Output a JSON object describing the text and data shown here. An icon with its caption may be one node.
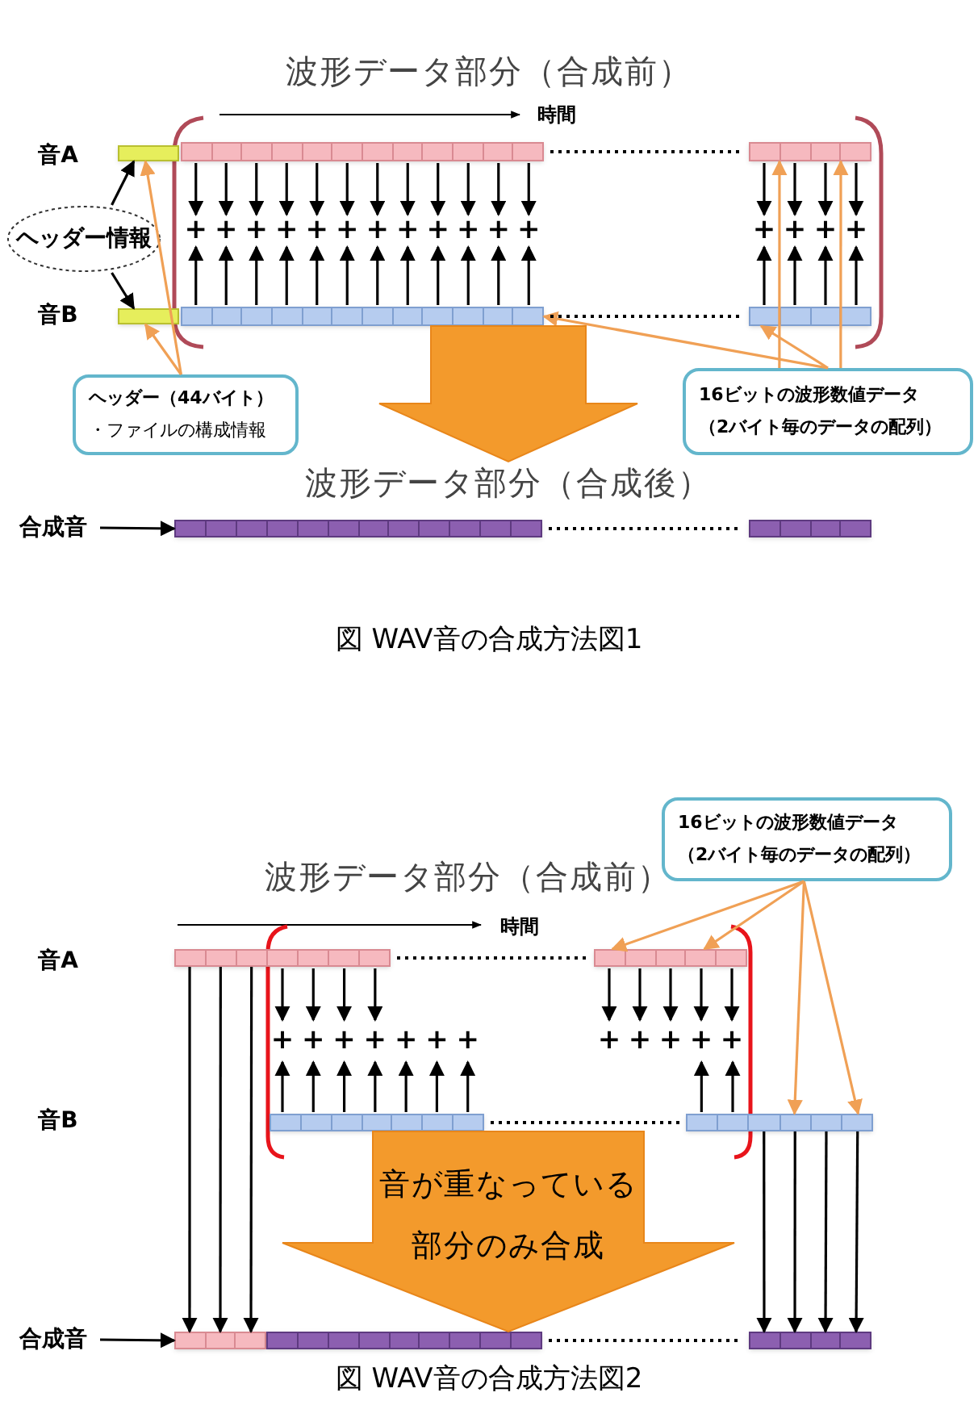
{
  "diagram": {
    "nodes": [
      {
        "text": [
          "ヘッダー情報"
        ]
      },
      {
        "text": [],
        "shape": "bar"
      },
      {
        "text": [],
        "shape": "bar"
      },
      {
        "text": [],
        "shape": "bar"
      },
      {
        "text": [],
        "shape": "bar"
      },
      {
        "text": [],
        "shape": "bar"
      },
      {
        "text": [],
        "shape": "bar"
      },
      {
        "text": [
          "ヘッダー（44バイト）",
          "・ファイルの構成情報"
        ]
      },
      {
        "text": [
          "16ビットの波形数値データ",
          "（2バイト毎のデータの配列）"
        ]
      },
      {
        "text": [
          "波形データ部分（合成後）"
        ]
      },
      {
        "text": [
          "合成音"
        ]
      },
      {
        "text": [],
        "shape": "bar"
      },
      {
        "text": [],
        "shape": "bar"
      },
      {
        "text": [
          "16ビットの波形数値データ",
          "（2バイト毎のデータの配列）"
        ]
      },
      {
        "text": [],
        "shape": "bar"
      },
      {
        "text": [],
        "shape": "bar"
      },
      {
        "text": [],
        "shape": "bar"
      },
      {
        "text": [],
        "shape": "bar"
      },
      {
        "text": [
          "合成音"
        ]
      },
      {
        "text": [],
        "shape": "bar"
      },
      {
        "text": [],
        "shape": "bar"
      },
      {
        "text": [],
        "shape": "bar"
      }
    ],
    "edges": [
      {
        "from": 0,
        "to": 1,
        "arrow": "to"
      },
      {
        "from": 0,
        "to": 4,
        "arrow": "to"
      },
      {
        "from": 7,
        "to": 1,
        "arrow": "to",
        "color": "#f0a055"
      },
      {
        "from": 7,
        "to": 4,
        "arrow": "to",
        "color": "#f0a055"
      },
      {
        "from": 8,
        "to": 3,
        "arrow": "to",
        "color": "#f0a055"
      },
      {
        "from": 8,
        "to": 3,
        "arrow": "to",
        "color": "#f0a055"
      },
      {
        "from": 8,
        "to": 5,
        "arrow": "to",
        "color": "#f0a055"
      },
      {
        "from": 8,
        "to": 6,
        "arrow": "to",
        "color": "#f0a055"
      },
      {
        "from": 10,
        "to": 11,
        "arrow": "to"
      },
      {
        "from": 13,
        "to": 15,
        "arrow": "to",
        "color": "#f0a055"
      },
      {
        "from": 13,
        "to": 15,
        "arrow": "to",
        "color": "#f0a055"
      },
      {
        "from": 13,
        "to": 17,
        "arrow": "to",
        "color": "#f0a055"
      },
      {
        "from": 13,
        "to": 17,
        "arrow": "to",
        "color": "#f0a055"
      },
      {
        "from": 14,
        "to": 19,
        "arrow": "to"
      },
      {
        "from": 14,
        "to": 19,
        "arrow": "to"
      },
      {
        "from": 14,
        "to": 19,
        "arrow": "to"
      },
      {
        "from": 17,
        "to": 21,
        "arrow": "to"
      },
      {
        "from": 17,
        "to": 21,
        "arrow": "to"
      },
      {
        "from": 17,
        "to": 21,
        "arrow": "to"
      },
      {
        "from": 17,
        "to": 21,
        "arrow": "to"
      },
      {
        "from": 18,
        "to": 19,
        "arrow": "to"
      },
      {
        "from": 2,
        "to": 3,
        "arrow": "none",
        "style": "dashed"
      },
      {
        "from": 5,
        "to": 6,
        "arrow": "none",
        "style": "dashed"
      },
      {
        "from": 11,
        "to": 12,
        "arrow": "none",
        "style": "dashed"
      },
      {
        "from": 14,
        "to": 15,
        "arrow": "none",
        "style": "dashed"
      },
      {
        "from": 16,
        "to": 17,
        "arrow": "none",
        "style": "dashed"
      },
      {
        "from": 20,
        "to": 21,
        "arrow": "none",
        "style": "dashed"
      },
      {
        "from": 5,
        "to": 9,
        "arrow": "to",
        "style": "thick",
        "color": "#f39a2c"
      },
      {
        "from": 16,
        "to": 20,
        "arrow": "to",
        "style": "thick",
        "color": "#f39a2c",
        "label": "音が重なっている部分のみ合成"
      }
    ],
    "labels": [
      "波形データ部分（合成前）",
      "時間",
      "音A",
      "+",
      "+",
      "+",
      "+",
      "+",
      "+",
      "+",
      "+",
      "+",
      "+",
      "+",
      "+",
      "+",
      "+",
      "+",
      "+",
      "音B",
      "図 WAV音の合成方法図1",
      "波形データ部分（合成前）",
      "時間",
      "音A",
      "+",
      "+",
      "+",
      "+",
      "+",
      "+",
      "+",
      "+",
      "+",
      "+",
      "+",
      "+",
      "音B",
      "図 WAV音の合成方法図2"
    ]
  }
}
